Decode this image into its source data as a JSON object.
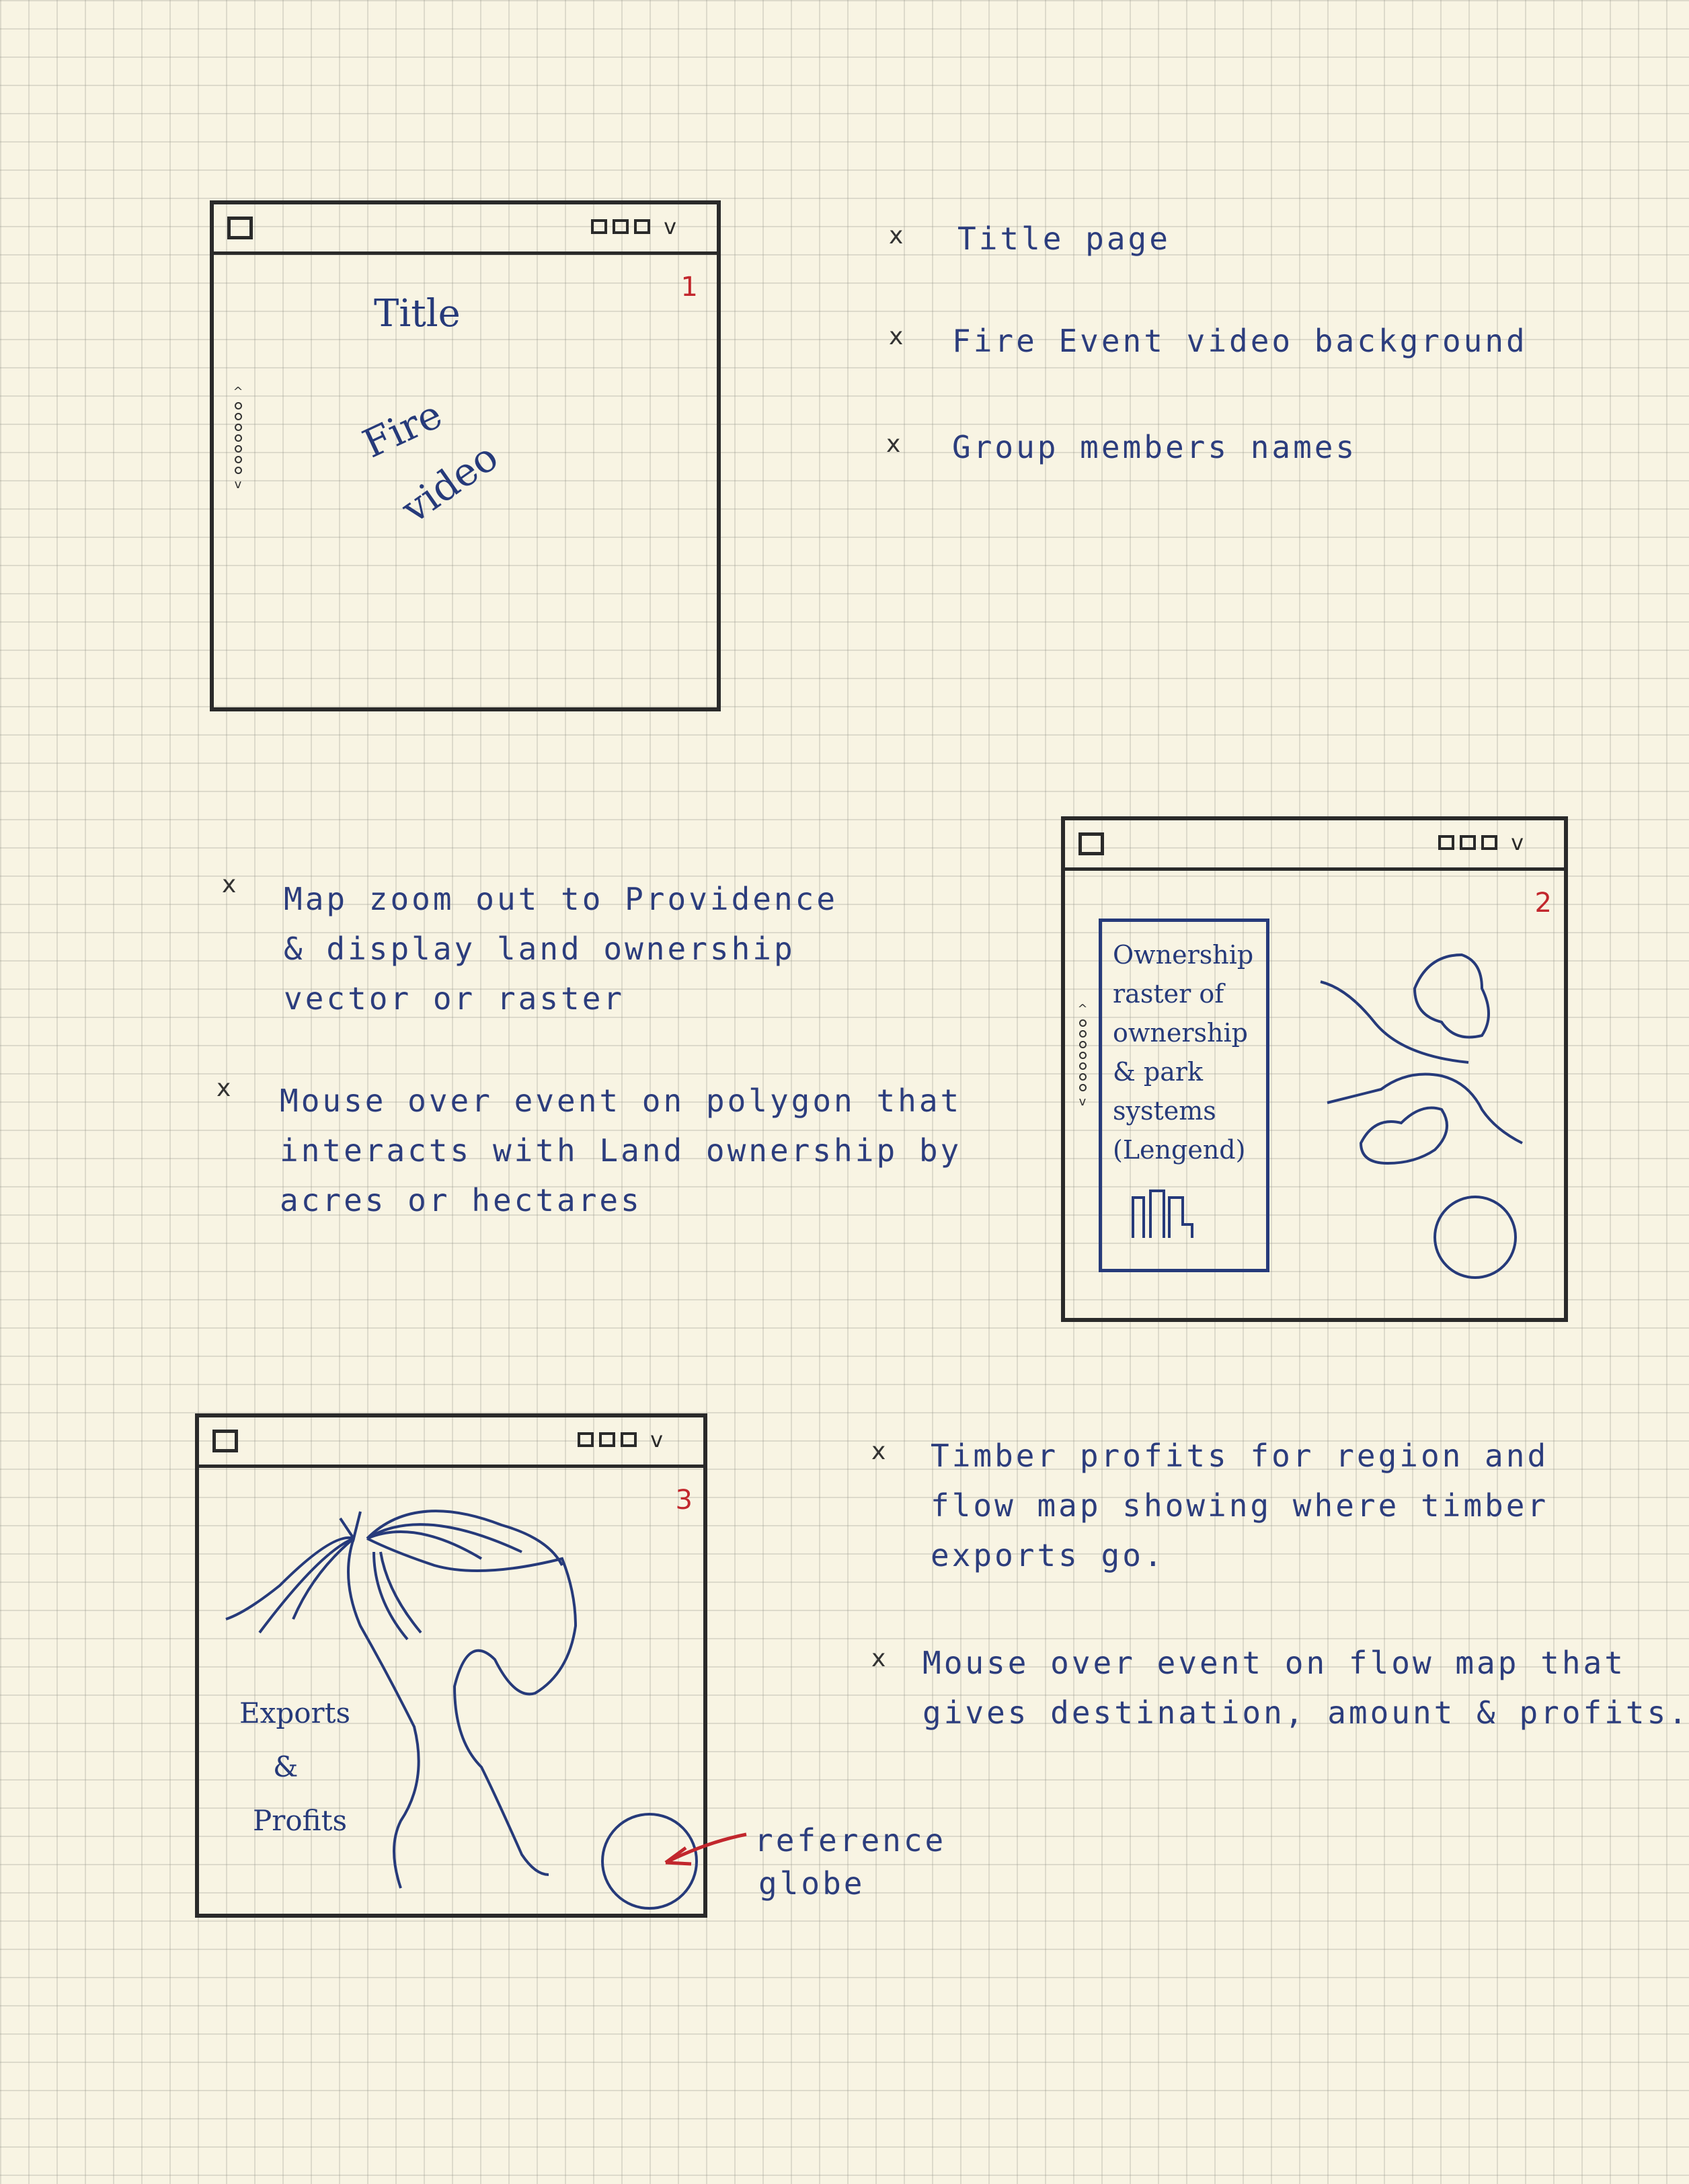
{
  "frames": [
    {
      "number": "1",
      "title": "Title",
      "fire_word": "Fire",
      "video_word": "video"
    },
    {
      "number": "2",
      "legend_lines": [
        "Ownership",
        "raster of",
        "ownership",
        "& park",
        "systems",
        "(Lengend)"
      ]
    },
    {
      "number": "3",
      "label_lines": [
        "Exports",
        "&",
        "Profits"
      ]
    }
  ],
  "notes_1": [
    "Title page",
    "Fire Event video background",
    "Group members names"
  ],
  "notes_2": [
    "Map zoom out to Providence\n& display land ownership\nvector or raster",
    "Mouse over event on polygon that\ninteracts with Land ownership by\nacres or hectares"
  ],
  "notes_3": [
    "Timber profits for region and\nflow map showing where timber\nexports go.",
    "Mouse over event on flow map that\ngives destination, amount & profits."
  ],
  "annotation": {
    "text_line1": "reference",
    "text_line2": "globe"
  },
  "bullet_char": "x",
  "colors": {
    "ink": "#263a7a",
    "pencil": "#2a2a2a",
    "red": "#c2272d",
    "paper": "#f8f4e3"
  }
}
